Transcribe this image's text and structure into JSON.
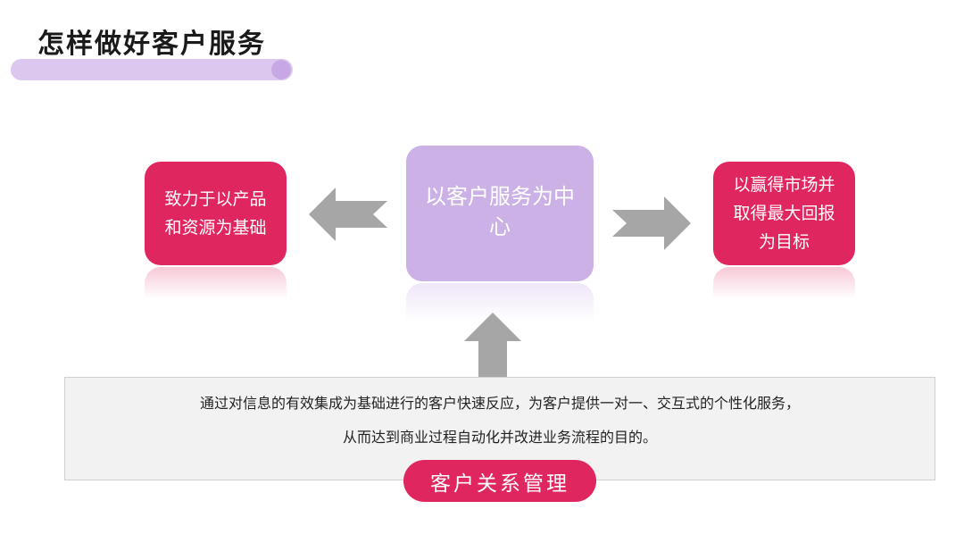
{
  "title": "怎样做好客户服务",
  "left_box": {
    "text": "致力于以产品和资源为基础"
  },
  "center_box": {
    "text": "以客户服务为中心"
  },
  "right_box": {
    "text": "以赢得市场并取得最大回报为目标"
  },
  "info": {
    "line1": "通过对信息的有效集成为基础进行的客户快速反应，为客户提供一对一、交互式的个性化服务，",
    "line2": "从而达到商业过程自动化并改进业务流程的目的。"
  },
  "pill_label": "客户关系管理",
  "colors": {
    "pink": "#e0265f",
    "lavender": "#cbb1e6",
    "arrow": "#a6a6a6"
  }
}
